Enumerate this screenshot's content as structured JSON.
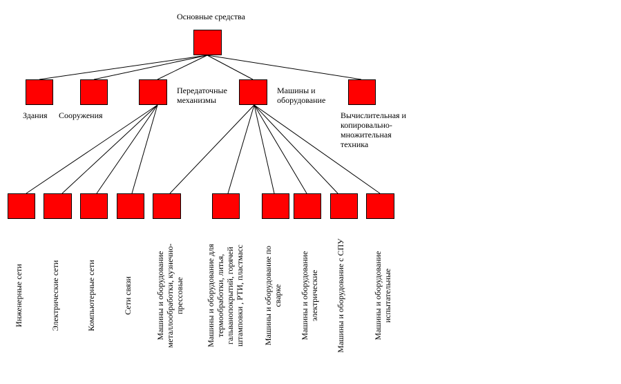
{
  "diagram": {
    "node_color": "#ff0000",
    "root": {
      "label": "Основные средства"
    },
    "level1": [
      {
        "label": "Здания"
      },
      {
        "label": "Сооружения"
      },
      {
        "label": "Передаточные\nмеханизмы"
      },
      {
        "label": "Машины и\nоборудование"
      },
      {
        "label": "Вычислительная и\nкопировально-\nмножительная\nтехника"
      }
    ],
    "level2": [
      {
        "label": "Инженерные сети"
      },
      {
        "label": "Электрические сети"
      },
      {
        "label": "Компьютерные сети"
      },
      {
        "label": "Сети связи"
      },
      {
        "label": "Машины и оборудование\nметаллообработки, кузнечно-\nпрессовые"
      },
      {
        "label": "Машины и оборудование для\nтермообработки, литья,\nгальванопокрытий, горячей\nштамповки , РТИ, пластмасс"
      },
      {
        "label": "Машины и оборудование по сварке"
      },
      {
        "label": "Машины и оборудование\nэлектрические"
      },
      {
        "label": "Машины и оборудование с СПУ"
      },
      {
        "label": "Машины и оборудование\nиспытательные"
      }
    ]
  }
}
